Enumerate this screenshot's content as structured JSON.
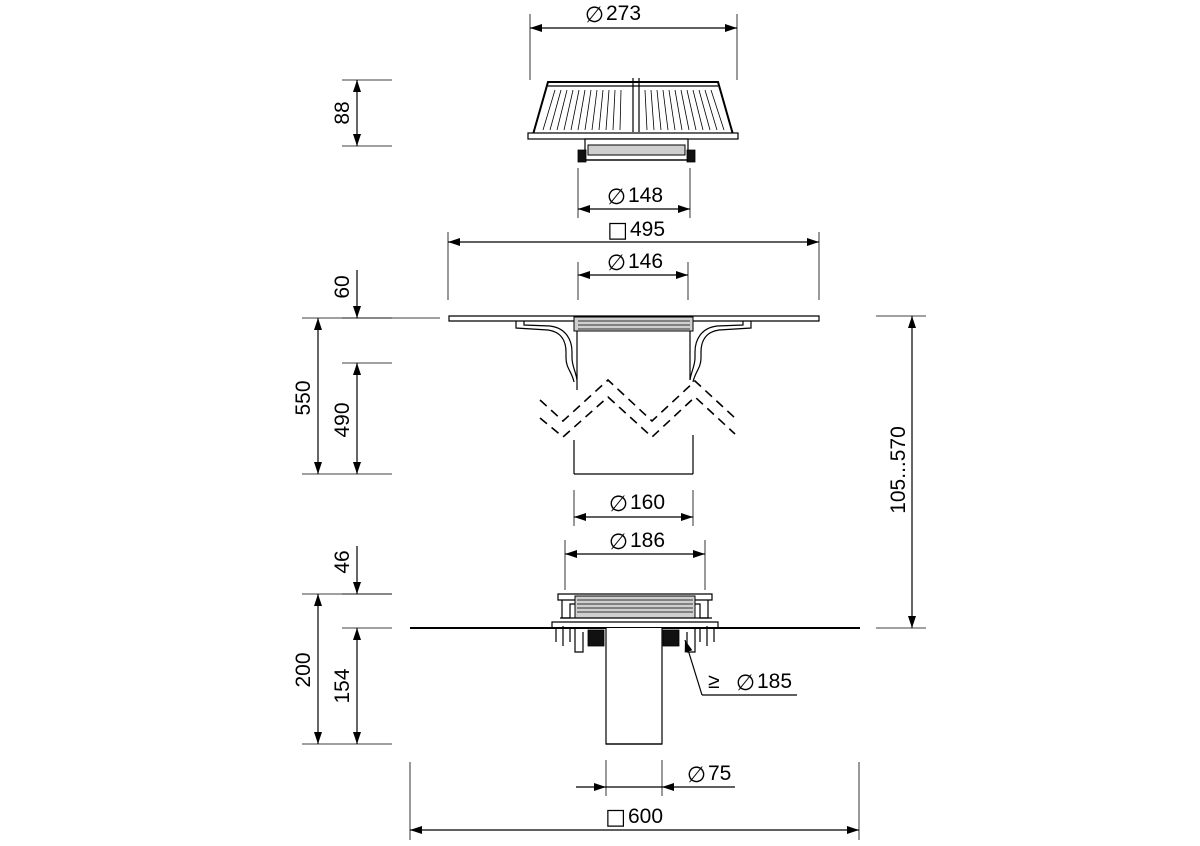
{
  "grating_dims": {
    "diameter_top": "273",
    "height": "88",
    "diameter_spigot": "148"
  },
  "extension_dims": {
    "square_flange": "495",
    "diameter_inner": "146",
    "flange_height": "60",
    "total_height": "550",
    "body_height": "490",
    "diameter_bottom": "160"
  },
  "body_dims": {
    "diameter_top": "186",
    "collar_height": "46",
    "total_height": "200",
    "outlet_height": "154",
    "min_opening_prefix": "≥",
    "min_opening": "185",
    "outlet_diameter": "75",
    "square_membrane": "600"
  },
  "overall_dims": {
    "adjustable_range": "105...570"
  },
  "symbols": {
    "diameter": "∅",
    "square": "□"
  }
}
